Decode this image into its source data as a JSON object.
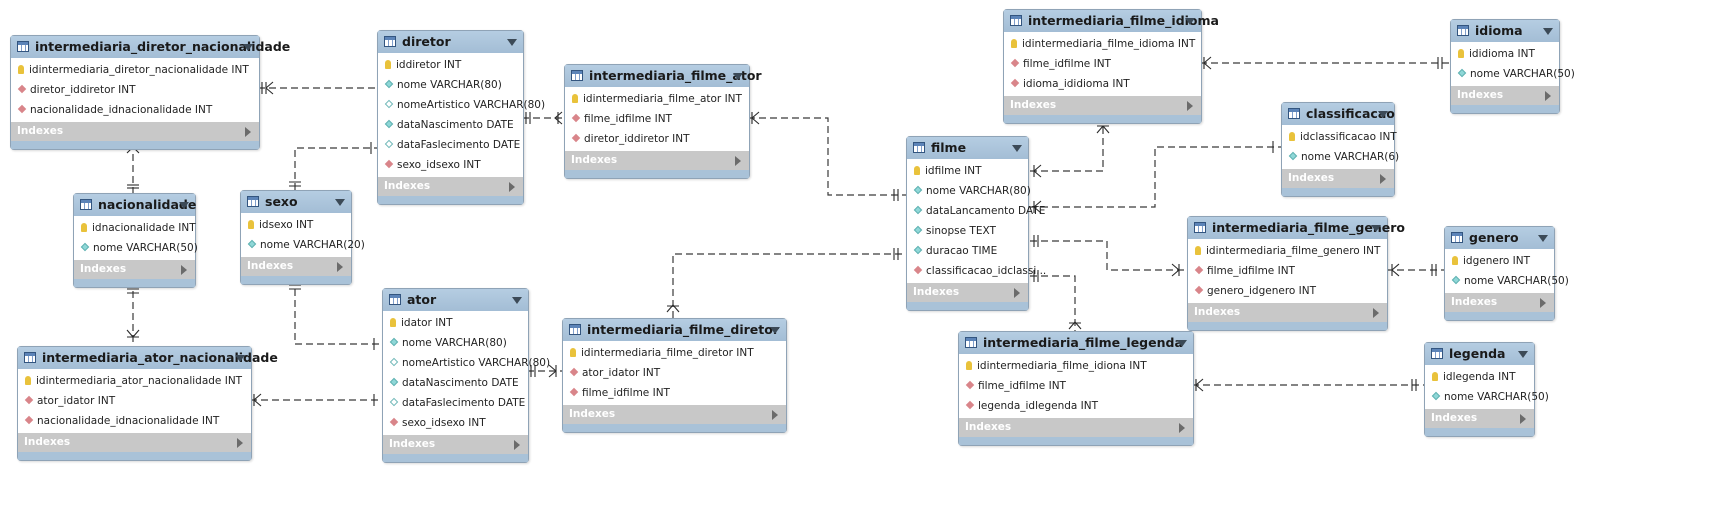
{
  "footer_label": "Indexes",
  "colors": {
    "header": "#a9c2d8",
    "footer": "#c8c8c8",
    "line": "#333333"
  },
  "tables": [
    {
      "id": "intermediaria_diretor_nacionalidade",
      "name": "intermediaria_diretor_nacionalidade",
      "columns": [
        {
          "icon": "pk",
          "text": "idintermediaria_diretor_nacionalidade INT"
        },
        {
          "icon": "fk",
          "text": "diretor_iddiretor INT"
        },
        {
          "icon": "fk",
          "text": "nacionalidade_idnacionalidade INT"
        }
      ]
    },
    {
      "id": "diretor",
      "name": "diretor",
      "columns": [
        {
          "icon": "pk",
          "text": "iddiretor INT"
        },
        {
          "icon": "attr",
          "text": "nome VARCHAR(80)"
        },
        {
          "icon": "attr-empty",
          "text": "nomeArtistico VARCHAR(80)"
        },
        {
          "icon": "attr",
          "text": "dataNascimento DATE"
        },
        {
          "icon": "attr-empty",
          "text": "dataFaslecimento DATE"
        },
        {
          "icon": "fk",
          "text": "sexo_idsexo INT"
        }
      ]
    },
    {
      "id": "intermediaria_filme_ator",
      "name": "intermediaria_filme_ator",
      "columns": [
        {
          "icon": "pk",
          "text": "idintermediaria_filme_ator INT"
        },
        {
          "icon": "fk",
          "text": "filme_idfilme INT"
        },
        {
          "icon": "fk",
          "text": "diretor_iddiretor INT"
        }
      ]
    },
    {
      "id": "intermediaria_filme_idioma",
      "name": "intermediaria_filme_idioma",
      "columns": [
        {
          "icon": "pk",
          "text": "idintermediaria_filme_idioma INT"
        },
        {
          "icon": "fk",
          "text": "filme_idfilme INT"
        },
        {
          "icon": "fk",
          "text": "idioma_ididioma INT"
        }
      ]
    },
    {
      "id": "idioma",
      "name": "idioma",
      "columns": [
        {
          "icon": "pk",
          "text": "ididioma INT"
        },
        {
          "icon": "attr",
          "text": "nome VARCHAR(50)"
        }
      ]
    },
    {
      "id": "classificacao",
      "name": "classificacao",
      "columns": [
        {
          "icon": "pk",
          "text": "idclassificacao INT"
        },
        {
          "icon": "attr",
          "text": "nome VARCHAR(6)"
        }
      ]
    },
    {
      "id": "nacionalidade",
      "name": "nacionalidade",
      "columns": [
        {
          "icon": "pk",
          "text": "idnacionalidade INT"
        },
        {
          "icon": "attr",
          "text": "nome VARCHAR(50)"
        }
      ]
    },
    {
      "id": "sexo",
      "name": "sexo",
      "columns": [
        {
          "icon": "pk",
          "text": "idsexo INT"
        },
        {
          "icon": "attr",
          "text": "nome VARCHAR(20)"
        }
      ]
    },
    {
      "id": "filme",
      "name": "filme",
      "columns": [
        {
          "icon": "pk",
          "text": "idfilme INT"
        },
        {
          "icon": "attr",
          "text": "nome VARCHAR(80)"
        },
        {
          "icon": "attr",
          "text": "dataLancamento DATE"
        },
        {
          "icon": "attr",
          "text": "sinopse TEXT"
        },
        {
          "icon": "attr",
          "text": "duracao TIME"
        },
        {
          "icon": "fk",
          "text": "classificacao_idclassi..."
        }
      ]
    },
    {
      "id": "intermediaria_filme_genero",
      "name": "intermediaria_filme_genero",
      "columns": [
        {
          "icon": "pk",
          "text": "idintermediaria_filme_genero INT"
        },
        {
          "icon": "fk",
          "text": "filme_idfilme INT"
        },
        {
          "icon": "fk",
          "text": "genero_idgenero INT"
        }
      ]
    },
    {
      "id": "genero",
      "name": "genero",
      "columns": [
        {
          "icon": "pk",
          "text": "idgenero INT"
        },
        {
          "icon": "attr",
          "text": "nome VARCHAR(50)"
        }
      ]
    },
    {
      "id": "ator",
      "name": "ator",
      "columns": [
        {
          "icon": "pk",
          "text": "idator INT"
        },
        {
          "icon": "attr",
          "text": "nome VARCHAR(80)"
        },
        {
          "icon": "attr-empty",
          "text": "nomeArtistico VARCHAR(80)"
        },
        {
          "icon": "attr",
          "text": "dataNascimento DATE"
        },
        {
          "icon": "attr-empty",
          "text": "dataFaslecimento DATE"
        },
        {
          "icon": "fk",
          "text": "sexo_idsexo INT"
        }
      ]
    },
    {
      "id": "intermediaria_filme_diretor",
      "name": "intermediaria_filme_diretor",
      "columns": [
        {
          "icon": "pk",
          "text": "idintermediaria_filme_diretor INT"
        },
        {
          "icon": "fk",
          "text": "ator_idator INT"
        },
        {
          "icon": "fk",
          "text": "filme_idfilme INT"
        }
      ]
    },
    {
      "id": "intermediaria_ator_nacionalidade",
      "name": "intermediaria_ator_nacionalidade",
      "columns": [
        {
          "icon": "pk",
          "text": "idintermediaria_ator_nacionalidade INT"
        },
        {
          "icon": "fk",
          "text": "ator_idator INT"
        },
        {
          "icon": "fk",
          "text": "nacionalidade_idnacionalidade INT"
        }
      ]
    },
    {
      "id": "intermediaria_filme_legenda",
      "name": "intermediaria_filme_legenda",
      "columns": [
        {
          "icon": "pk",
          "text": "idintermediaria_filme_idiona INT"
        },
        {
          "icon": "fk",
          "text": "filme_idfilme INT"
        },
        {
          "icon": "fk",
          "text": "legenda_idlegenda INT"
        }
      ]
    },
    {
      "id": "legenda",
      "name": "legenda",
      "columns": [
        {
          "icon": "pk",
          "text": "idlegenda INT"
        },
        {
          "icon": "attr",
          "text": "nome VARCHAR(50)"
        }
      ]
    }
  ]
}
